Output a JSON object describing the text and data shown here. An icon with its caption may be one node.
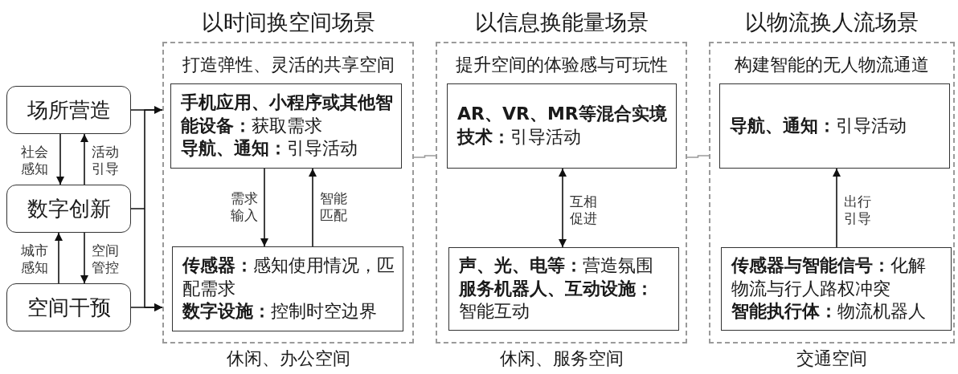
{
  "diagram": {
    "nodes": [
      {
        "text": [
          "场所营造"
        ]
      },
      {
        "text": [
          "数字创新"
        ]
      },
      {
        "text": [
          "空间干预"
        ]
      },
      {
        "text": [
          "以时间换空间场景",
          "打造弹性、灵活的共享空间"
        ],
        "beside": [
          "休闲、办公空间"
        ]
      },
      {
        "text": [
          "**手机应用、小程序或其他智能设备：**获取需求",
          "**导航、通知：**引导活动"
        ],
        "in": 3
      },
      {
        "text": [
          "**传感器：**感知使用情况，匹配需求",
          "**数字设施：**控制时空边界"
        ],
        "in": 3
      },
      {
        "text": [
          "以信息换能量场景",
          "提升空间的体验感与可玩性"
        ],
        "beside": [
          "休闲、服务空间"
        ]
      },
      {
        "text": [
          "**AR、VR、MR等混合实境技术：**引导活动"
        ],
        "in": 6
      },
      {
        "text": [
          "**声、光、电等：**营造氛围",
          "**服务机器人、互动设施：**智能互动"
        ],
        "in": 6
      },
      {
        "text": [
          "以物流换人流场景",
          "构建智能的无人物流通道"
        ],
        "beside": [
          "交通空间"
        ]
      },
      {
        "text": [
          "**导航、通知：**引导活动"
        ],
        "in": 9
      },
      {
        "text": [
          "**传感器与智能信号：**化解物流与行人路权冲突",
          "**智能执行体：**物流机器人"
        ],
        "in": 9
      }
    ],
    "edges": [
      {
        "from": 0,
        "to": 1,
        "arrow": "to",
        "label": "社会感知"
      },
      {
        "from": 1,
        "to": 0,
        "arrow": "to",
        "label": "活动引导"
      },
      {
        "from": 2,
        "to": 1,
        "arrow": "to",
        "label": "城市感知"
      },
      {
        "from": 1,
        "to": 2,
        "arrow": "to",
        "label": "空间管控"
      },
      {
        "from": 0,
        "to": 3,
        "arrow": "to"
      },
      {
        "from": 1,
        "to": 3,
        "arrow": "to"
      },
      {
        "from": 2,
        "to": 3,
        "arrow": "to"
      },
      {
        "from": 4,
        "to": 5,
        "arrow": "to",
        "label": "需求输入"
      },
      {
        "from": 5,
        "to": 4,
        "arrow": "to",
        "label": "智能匹配"
      },
      {
        "from": 7,
        "to": 8,
        "arrow": "both",
        "label": "互相促进"
      },
      {
        "from": 11,
        "to": 10,
        "arrow": "to",
        "label": "出行引导"
      },
      {
        "from": 3,
        "to": 6,
        "arrow": "none",
        "color": "#9a9a9a"
      },
      {
        "from": 6,
        "to": 9,
        "arrow": "none",
        "color": "#9a9a9a"
      }
    ]
  }
}
